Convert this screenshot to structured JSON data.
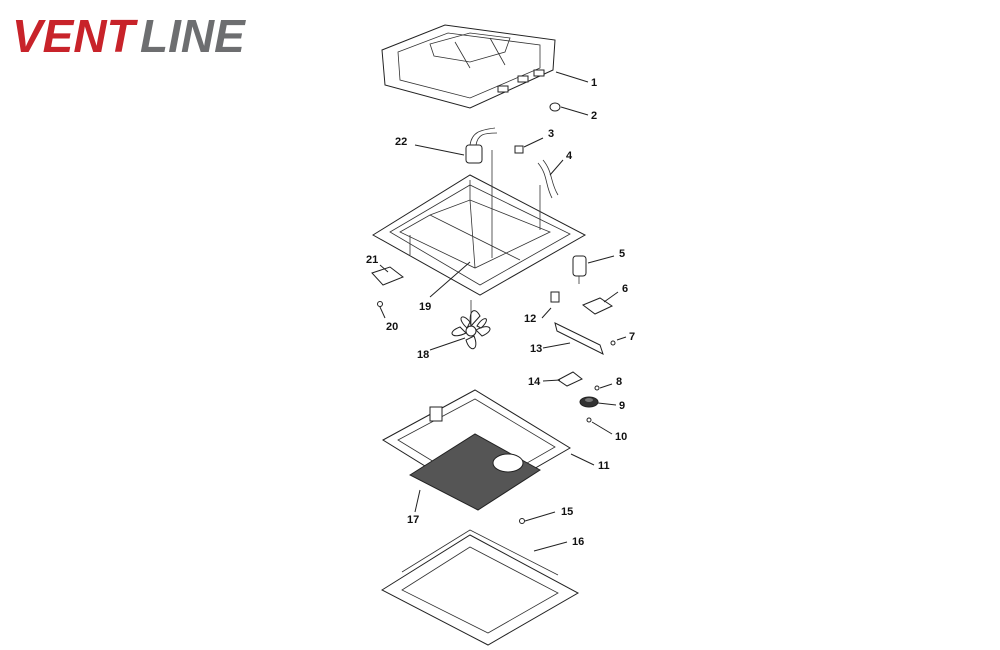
{
  "brand": {
    "logo_text": "VENTLINE",
    "logo_part1": "VENT",
    "logo_part2": "LINE",
    "colors": {
      "vent": "#c8232a",
      "line": "#6d6e70"
    }
  },
  "callouts": [
    {
      "id": "c1",
      "label": "1"
    },
    {
      "id": "c2",
      "label": "2"
    },
    {
      "id": "c3",
      "label": "3"
    },
    {
      "id": "c4",
      "label": "4"
    },
    {
      "id": "c5",
      "label": "5"
    },
    {
      "id": "c6",
      "label": "6"
    },
    {
      "id": "c7",
      "label": "7"
    },
    {
      "id": "c8",
      "label": "8"
    },
    {
      "id": "c9",
      "label": "9"
    },
    {
      "id": "c10",
      "label": "10"
    },
    {
      "id": "c11",
      "label": "11"
    },
    {
      "id": "c12",
      "label": "12"
    },
    {
      "id": "c13",
      "label": "13"
    },
    {
      "id": "c14",
      "label": "14"
    },
    {
      "id": "c15",
      "label": "15"
    },
    {
      "id": "c16",
      "label": "16"
    },
    {
      "id": "c17",
      "label": "17"
    },
    {
      "id": "c18",
      "label": "18"
    },
    {
      "id": "c19",
      "label": "19"
    },
    {
      "id": "c20",
      "label": "20"
    },
    {
      "id": "c21",
      "label": "21"
    },
    {
      "id": "c22",
      "label": "22"
    }
  ]
}
